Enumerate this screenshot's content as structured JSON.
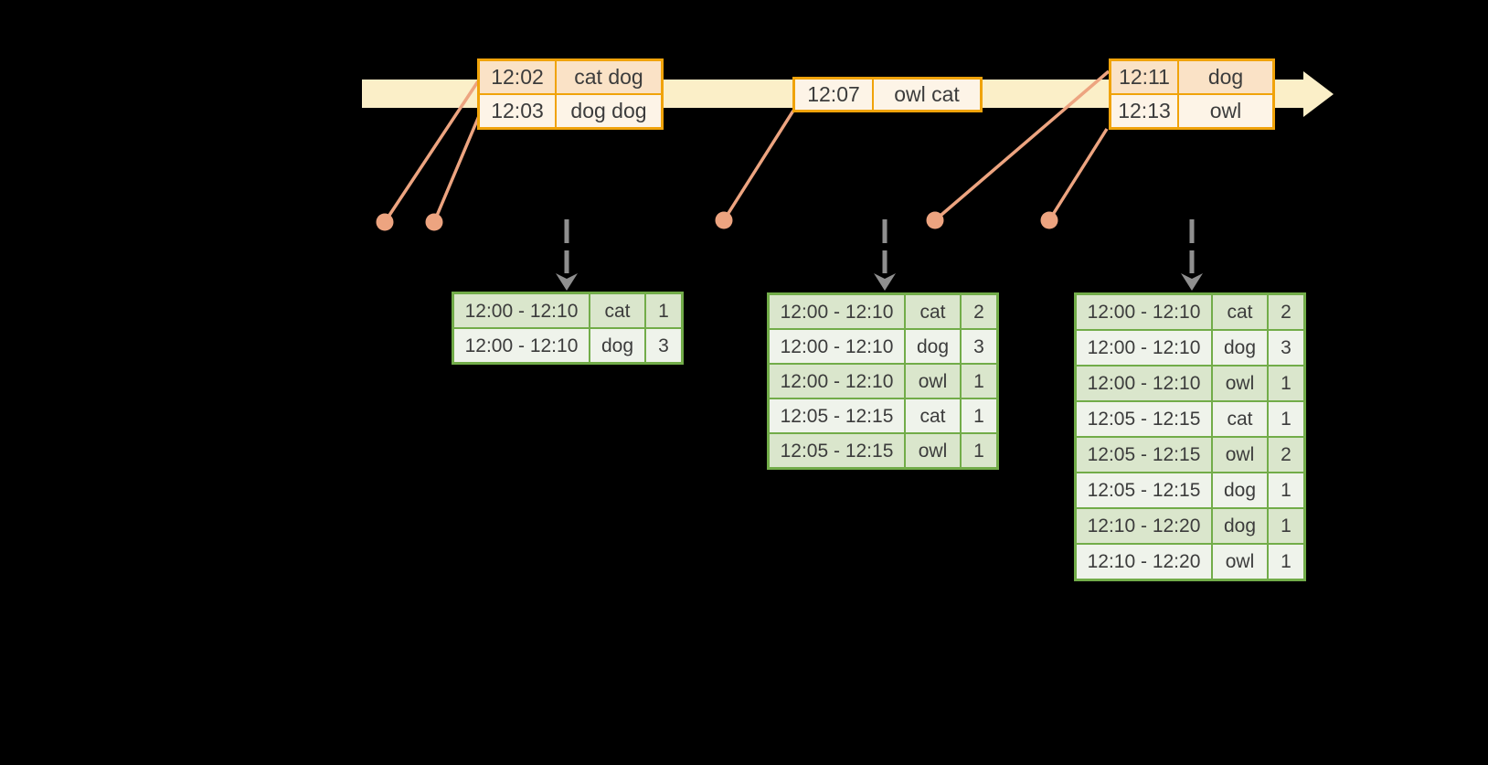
{
  "palette": {
    "background": "#000000",
    "ink": "#3C3C3C",
    "timeline_fill": "#FBEFC8",
    "event_table_border": "#F0A30A",
    "event_row_fill_dark": "#FAE2C6",
    "event_row_fill_light": "#FDF4E7",
    "connector": "#EDA480",
    "trigger_arrow": "#8F8F8F",
    "result_table_border": "#72AC49",
    "result_row_fill_dark": "#DAE6CC",
    "result_row_fill_light": "#EFF3EB"
  },
  "timeline": {
    "event_tables": [
      {
        "rows": [
          {
            "time": "12:02",
            "words": "cat dog"
          },
          {
            "time": "12:03",
            "words": "dog dog"
          }
        ]
      },
      {
        "rows": [
          {
            "time": "12:07",
            "words": "owl cat"
          }
        ]
      },
      {
        "rows": [
          {
            "time": "12:11",
            "words": "dog"
          },
          {
            "time": "12:13",
            "words": "owl"
          }
        ]
      }
    ]
  },
  "result_tables": [
    {
      "rows": [
        {
          "window": "12:00 - 12:10",
          "word": "cat",
          "count": "1"
        },
        {
          "window": "12:00 - 12:10",
          "word": "dog",
          "count": "3"
        }
      ]
    },
    {
      "rows": [
        {
          "window": "12:00 - 12:10",
          "word": "cat",
          "count": "2"
        },
        {
          "window": "12:00 - 12:10",
          "word": "dog",
          "count": "3"
        },
        {
          "window": "12:00 - 12:10",
          "word": "owl",
          "count": "1"
        },
        {
          "window": "12:05 - 12:15",
          "word": "cat",
          "count": "1"
        },
        {
          "window": "12:05 - 12:15",
          "word": "owl",
          "count": "1"
        }
      ]
    },
    {
      "rows": [
        {
          "window": "12:00 - 12:10",
          "word": "cat",
          "count": "2"
        },
        {
          "window": "12:00 - 12:10",
          "word": "dog",
          "count": "3"
        },
        {
          "window": "12:00 - 12:10",
          "word": "owl",
          "count": "1"
        },
        {
          "window": "12:05 - 12:15",
          "word": "cat",
          "count": "1"
        },
        {
          "window": "12:05 - 12:15",
          "word": "owl",
          "count": "2"
        },
        {
          "window": "12:05 - 12:15",
          "word": "dog",
          "count": "1"
        },
        {
          "window": "12:10 - 12:20",
          "word": "dog",
          "count": "1"
        },
        {
          "window": "12:10 - 12:20",
          "word": "owl",
          "count": "1"
        }
      ]
    }
  ]
}
